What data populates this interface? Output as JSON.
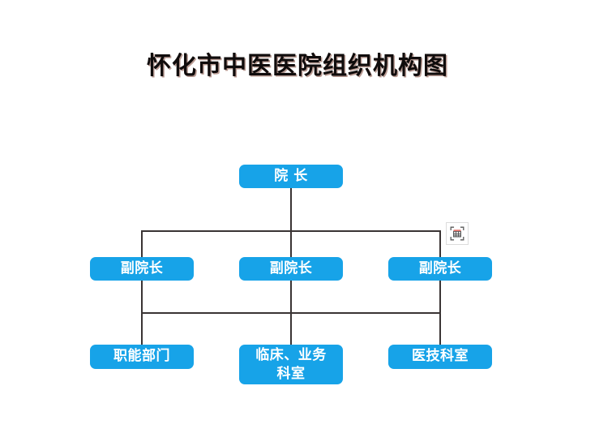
{
  "page": {
    "title": "怀化市中医医院组织机构图",
    "background_color": "#ffffff"
  },
  "theme": {
    "node_fill": "#17a3e8",
    "node_text_color": "#ffffff",
    "connector_color": "#3a3434",
    "title_color": "#100c0c"
  },
  "chart_data": {
    "type": "diagram",
    "diagram_type": "organization-chart",
    "title": "怀化市中医医院组织机构图",
    "orientation": "top-down",
    "levels": [
      {
        "level": 1,
        "nodes": [
          {
            "id": "president",
            "label": "院  长"
          }
        ]
      },
      {
        "level": 2,
        "nodes": [
          {
            "id": "vice-president-1",
            "label": "副院长"
          },
          {
            "id": "vice-president-2",
            "label": "副院长"
          },
          {
            "id": "vice-president-3",
            "label": "副院长"
          }
        ]
      },
      {
        "level": 3,
        "nodes": [
          {
            "id": "functional-departments",
            "label": "职能部门"
          },
          {
            "id": "clinical-business-departments",
            "label": "临床、业务\n科室"
          },
          {
            "id": "medical-technology-departments",
            "label": "医技科室"
          }
        ]
      }
    ],
    "edges": [
      {
        "from": "president",
        "to": "vice-president-1"
      },
      {
        "from": "president",
        "to": "vice-president-2"
      },
      {
        "from": "president",
        "to": "vice-president-3"
      },
      {
        "from": "vice-president-1",
        "to": "functional-departments"
      },
      {
        "from": "vice-president-2",
        "to": "clinical-business-departments"
      },
      {
        "from": "vice-president-3",
        "to": "medical-technology-departments"
      }
    ]
  },
  "nodes": {
    "president": "院  长",
    "vice_president_left": "副院长",
    "vice_president_center": "副院长",
    "vice_president_right": "副院长",
    "functional_departments": "职能部门",
    "clinical_business": "临床、业务\n科室",
    "medical_technology": "医技科室"
  },
  "overlay": {
    "capture_button": {
      "icon": "table-capture-icon",
      "accent_color": "#e8726a"
    }
  }
}
